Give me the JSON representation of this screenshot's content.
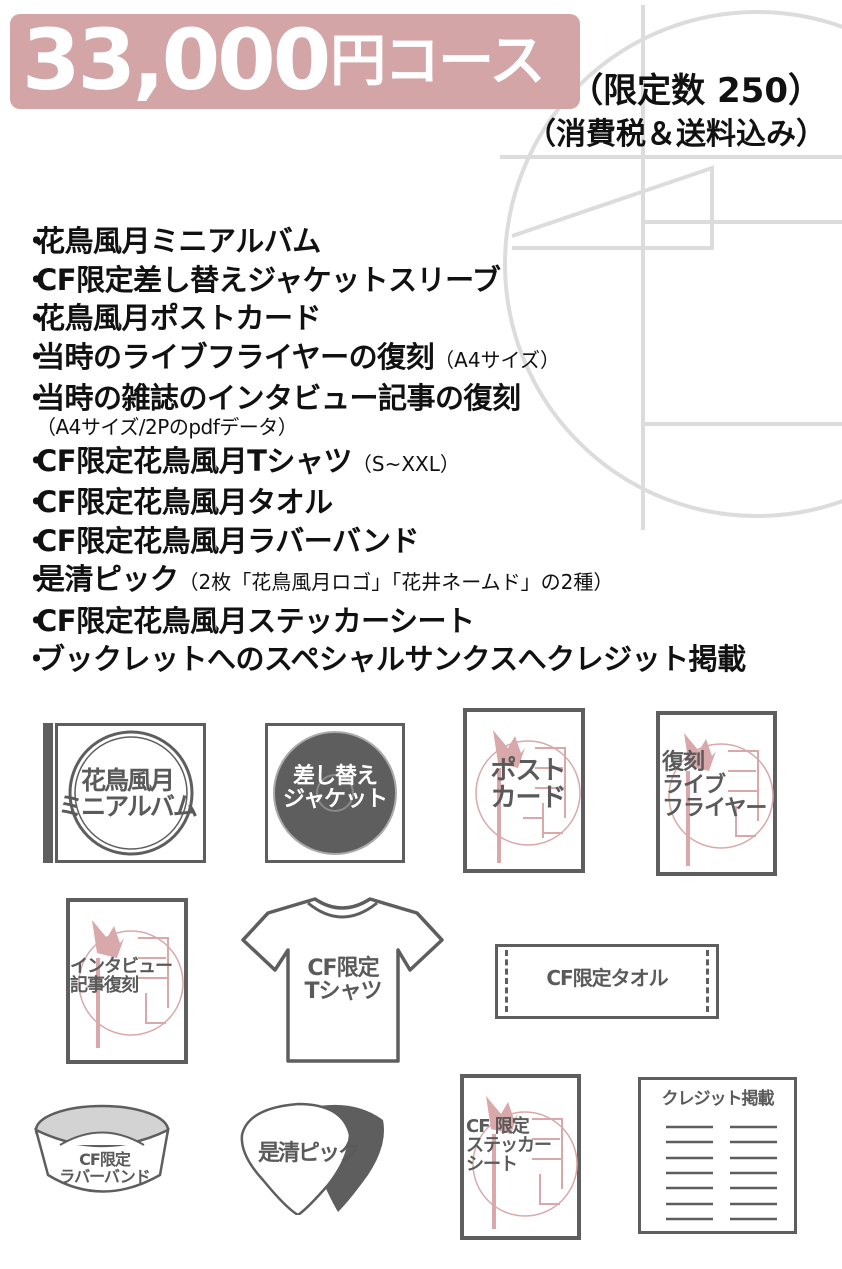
{
  "header": {
    "price": "33,000",
    "price_suffix": "円コース",
    "limit": "（限定数 250）",
    "tax_note": "（消費税＆送料込み）"
  },
  "items": [
    {
      "text": "花鳥風月ミニアルバム",
      "note": ""
    },
    {
      "text": "CF限定差し替えジャケットスリーブ",
      "note": ""
    },
    {
      "text": "花鳥風月ポストカード",
      "note": ""
    },
    {
      "text": "当時のライブフライヤーの復刻",
      "note": "（A4サイズ）"
    },
    {
      "text": "当時の雑誌のインタビュー記事の復刻",
      "note": ""
    },
    {
      "text": "CF限定花鳥風月Tシャツ",
      "note": "（S~XXL）"
    },
    {
      "text": "CF限定花鳥風月タオル",
      "note": ""
    },
    {
      "text": "CF限定花鳥風月ラバーバンド",
      "note": ""
    },
    {
      "text": "是清ピック",
      "note": "（2枚「花鳥風月ロゴ」「花井ネームド」の2種）"
    },
    {
      "text": "CF限定花鳥風月ステッカーシート",
      "note": ""
    },
    {
      "text": "ブックレットへのスペシャルサンクスへクレジット掲載",
      "note": ""
    }
  ],
  "item_subnote": "（A4サイズ/2Pのpdfデータ）",
  "bullet": "・",
  "tiles": {
    "album": {
      "line1": "花鳥風月",
      "line2": "ミニアルバム"
    },
    "jacket": {
      "line1": "差し替え",
      "line2": "ジャケット"
    },
    "postcard": {
      "line1": "ポスト",
      "line2": "カード"
    },
    "flyer": {
      "line1": "復刻",
      "line2": "ライブ",
      "line3": "フライヤー"
    },
    "interview": {
      "line1": "インタビュー",
      "line2": "記事復刻"
    },
    "tshirt": {
      "line1": "CF限定",
      "line2": "Tシャツ"
    },
    "towel": {
      "line1": "CF限定タオル"
    },
    "rubberband": {
      "line1": "CF限定",
      "line2": "ラバーバンド"
    },
    "pick": {
      "line1": "是清ピック"
    },
    "sticker": {
      "line1": "CF 限定",
      "line2": "ステッカー",
      "line3": "シート"
    },
    "credit": {
      "title": "クレジット掲載"
    }
  },
  "colors": {
    "badge": "#d3a5a7",
    "stamp_pink": "#d9a8aa",
    "icon_gray": "#5e5e5e",
    "deco_gray": "#dcdcdc"
  }
}
